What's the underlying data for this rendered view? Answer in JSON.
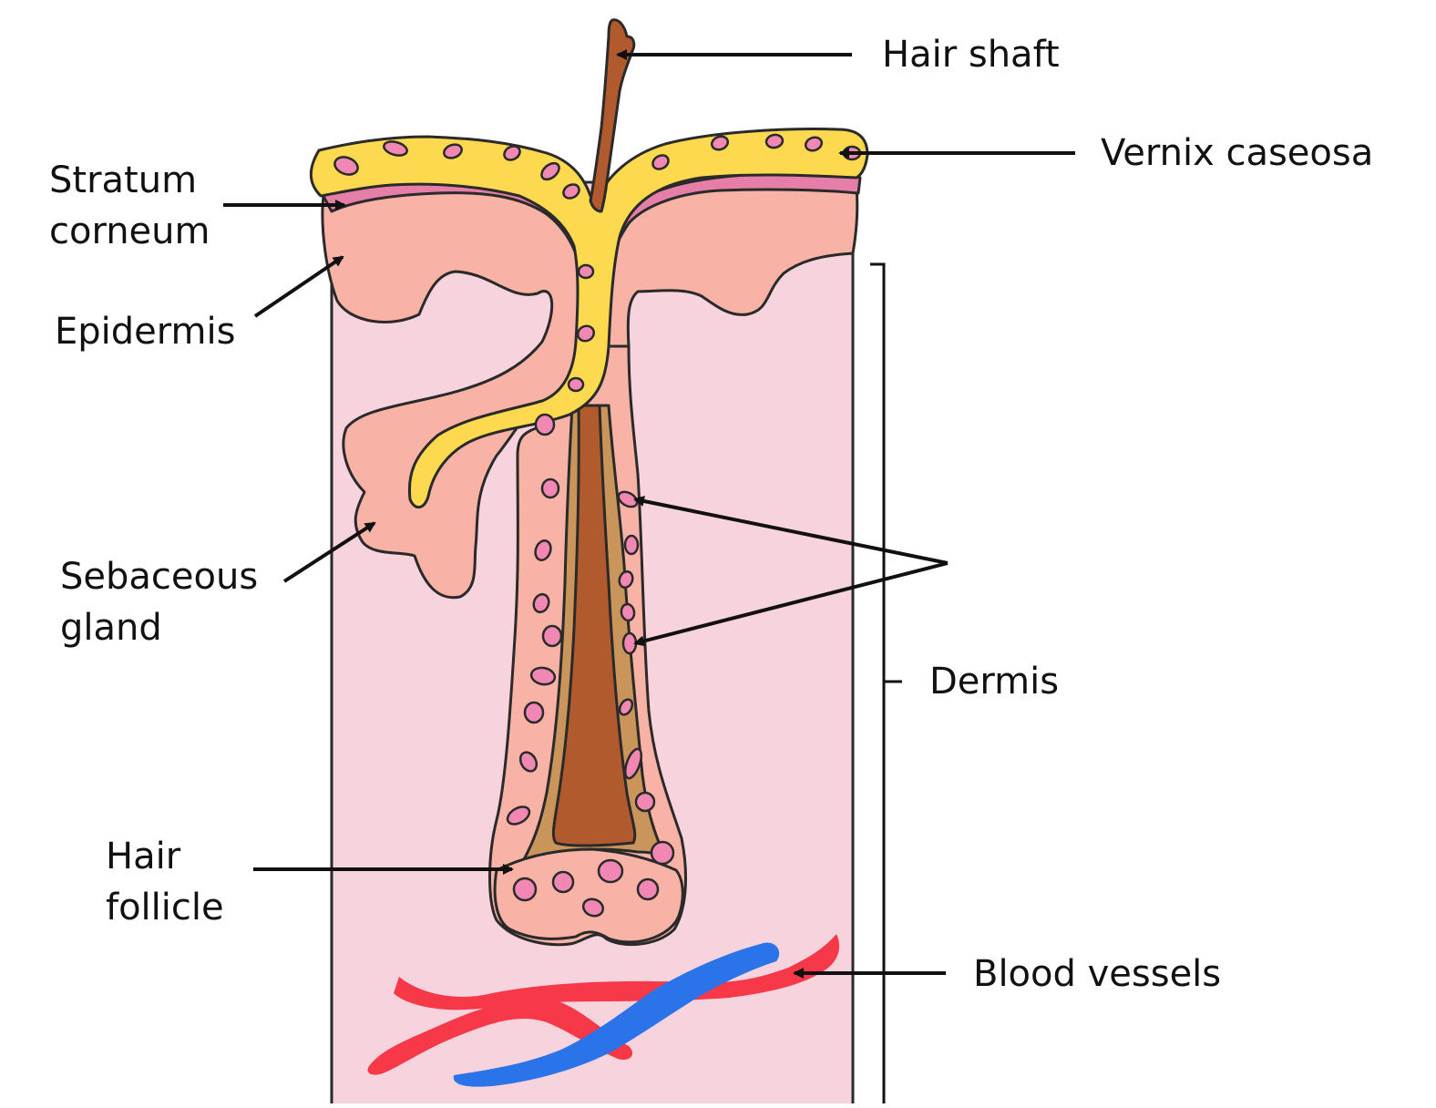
{
  "labels": {
    "hair_shaft": "Hair shaft",
    "vernix_caseosa": "Vernix caseosa",
    "stratum_corneum_1": "Stratum",
    "stratum_corneum_2": "corneum",
    "epidermis": "Epidermis",
    "sebaceous_gland_1": "Sebaceous",
    "sebaceous_gland_2": "gland",
    "dermis": "Dermis",
    "hair_follicle_1": "Hair",
    "hair_follicle_2": "follicle",
    "blood_vessels": "Blood vessels"
  },
  "colors": {
    "dermis": "#f7d3de",
    "epidermis": "#f9b3a6",
    "stratum_corneum": "#e57fa8",
    "vernix": "#fcd94f",
    "cells": "#f088b3",
    "hair": "#b05a2e",
    "root_sheath": "#c9955a",
    "artery": "#f73848",
    "vein": "#2b73e8",
    "outline": "#2a2a2a"
  }
}
